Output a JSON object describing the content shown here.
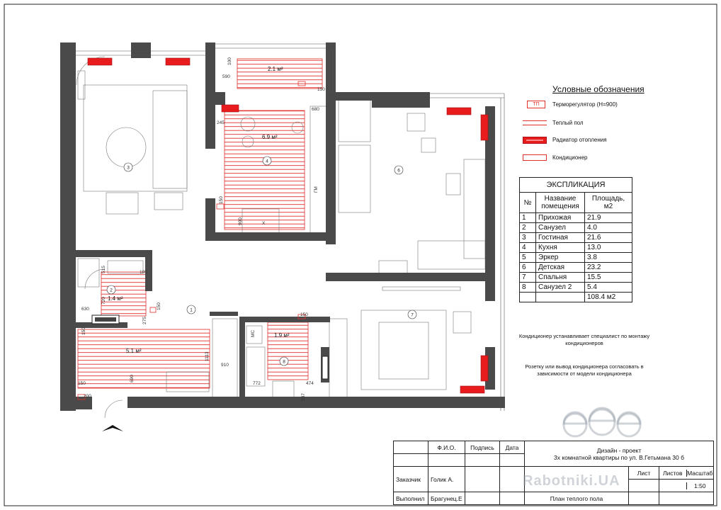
{
  "legend": {
    "title": "Условные обозначения",
    "items": [
      {
        "symbol": "ТП",
        "label": "Терморегулятор (Н=900)"
      },
      {
        "symbol": "",
        "label": "Теплый пол"
      },
      {
        "symbol": "",
        "label": "Радиатор отопления"
      },
      {
        "symbol": "",
        "label": "Кондиционер"
      }
    ]
  },
  "explication": {
    "title": "ЭКСПЛИКАЦИЯ",
    "headers": [
      "№",
      "Название помещения",
      "Площадь, м2"
    ],
    "rows": [
      [
        "1",
        "Прихожая",
        "21.9"
      ],
      [
        "2",
        "Санузел",
        "4.0"
      ],
      [
        "3",
        "Гостиная",
        "21.6"
      ],
      [
        "4",
        "Кухня",
        "13.0"
      ],
      [
        "5",
        "Эркер",
        "3.8"
      ],
      [
        "6",
        "Детская",
        "23.2"
      ],
      [
        "7",
        "Спальня",
        "15.5"
      ],
      [
        "8",
        "Санузел 2",
        "5.4"
      ]
    ],
    "total": "108.4 м2"
  },
  "notes": {
    "ac_install": "Кондиционер устанавливает специалист по монтажу кондиционеров",
    "outlet": "Розетку или вывод кондиционера согласовать в зависимости от модели кондиционера"
  },
  "plan": {
    "areas": {
      "a1": "2.1 м²",
      "a2": "6.9 м²",
      "a3": "1.4 м²",
      "a4": "5.1 м²",
      "a5": "1.9 м²"
    },
    "rooms": {
      "r1": "1",
      "r2": "2",
      "r3": "3",
      "r4": "4",
      "r6": "6",
      "r7": "7",
      "r8": "8"
    },
    "dims": {
      "d100": "100",
      "d590": "590",
      "d150a": "150",
      "d680": "680",
      "d245": "245",
      "d150b": "150",
      "d900": "900",
      "d515": "515",
      "d105": "105",
      "d720": "720",
      "d630": "630",
      "d150c": "150",
      "d275": "275",
      "d150d": "150",
      "d1113": "1113",
      "d910": "910",
      "d690": "690",
      "d150e": "150",
      "d200": "200",
      "d150f": "150",
      "d772": "772",
      "d474": "474",
      "d537": "537"
    },
    "tags": {
      "x": "X",
      "gm": "ГМ",
      "mc": "МС"
    }
  },
  "stamp": {
    "headers": [
      "Ф.И.О.",
      "Подпись",
      "Дата"
    ],
    "project_title": "Дизайн - проект",
    "project_subtitle": "3х комнатной квартиры по ул. В.Гетьмана 30 б",
    "sheet_cols": [
      "Лист",
      "Листов",
      "Масштаб"
    ],
    "scale": "1:50",
    "roles": [
      {
        "role": "Заказчик",
        "name": "Голик А."
      },
      {
        "role": "Выполнил",
        "name": "Брагунец.Е"
      }
    ],
    "sheet_name": "План теплого пола"
  },
  "watermark": "Rabotniki.UA",
  "colors": {
    "wall": "#4a4a4a",
    "heat": "#e0302d",
    "radiator": "#e81c1c"
  }
}
